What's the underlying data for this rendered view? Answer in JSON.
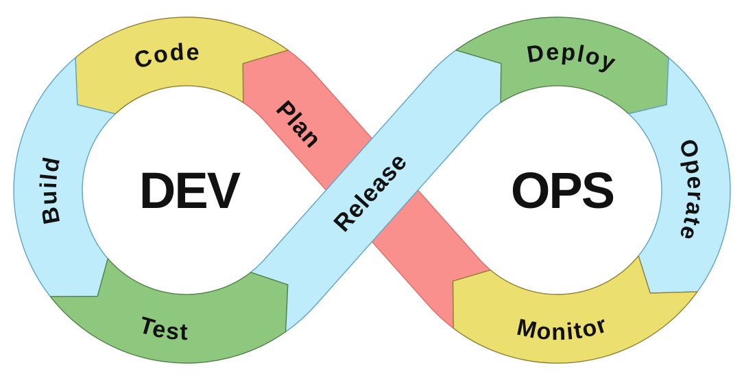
{
  "diagram": {
    "background": "#ffffff",
    "text_color": "#111111",
    "left_loop": {
      "title": "DEV"
    },
    "right_loop": {
      "title": "OPS"
    },
    "segments": {
      "plan": {
        "label": "Plan",
        "color": "#f9908d",
        "outline": "#d96f6b"
      },
      "code": {
        "label": "Code",
        "color": "#ebe06f",
        "outline": "#8f7d35"
      },
      "build": {
        "label": "Build",
        "color": "#beecfa",
        "outline": "#5fa3c6"
      },
      "test": {
        "label": "Test",
        "color": "#8dc87e",
        "outline": "#53804a"
      },
      "release": {
        "label": "Release",
        "color": "#beecfa",
        "outline": "#5fa3c6"
      },
      "deploy": {
        "label": "Deploy",
        "color": "#8dc87e",
        "outline": "#53804a"
      },
      "operate": {
        "label": "Operate",
        "color": "#beecfa",
        "outline": "#5fa3c6"
      },
      "monitor": {
        "label": "Monitor",
        "color": "#ebe06f",
        "outline": "#8f7d35"
      }
    }
  }
}
